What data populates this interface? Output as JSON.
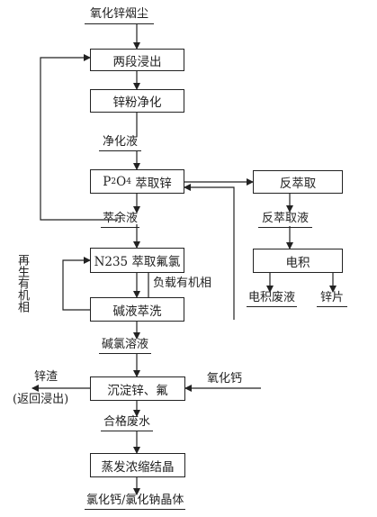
{
  "inputs": {
    "zinc_oxide_dust": "氧化锌烟尘",
    "calcium_oxide": "氧化钙"
  },
  "boxes": {
    "two_stage_leach": "两段浸出",
    "zinc_powder_purify": "锌粉净化",
    "p2o4_extract_prefix": "P",
    "p2o4_extract_sub1": "2",
    "p2o4_extract_mid": "O",
    "p2o4_extract_sub2": "4",
    "p2o4_extract_suffix": " 萃取锌",
    "back_extraction": "反萃取",
    "n235_extract": "N235 萃取氟氯",
    "electrowinning": "电积",
    "alkali_wash": "碱液萃洗",
    "precipitate_zn_f": "沉淀锌、氟",
    "evaporate_crystallize": "蒸发浓缩结晶"
  },
  "streams": {
    "purified_solution": "净化液",
    "raffinate": "萃余液",
    "back_extract_solution": "反萃取液",
    "loaded_organic": "负载有机相",
    "regenerated_organic": "再生有机相",
    "spent_electrolyte": "电积废液",
    "zinc_sheet": "锌片",
    "alkali_chloride_solution": "碱氯溶液",
    "zinc_residue": "锌渣",
    "return_to_leach": "(返回浸出)",
    "qualified_wastewater": "合格废水",
    "final_product": "氯化钙/氯化钠晶体"
  }
}
